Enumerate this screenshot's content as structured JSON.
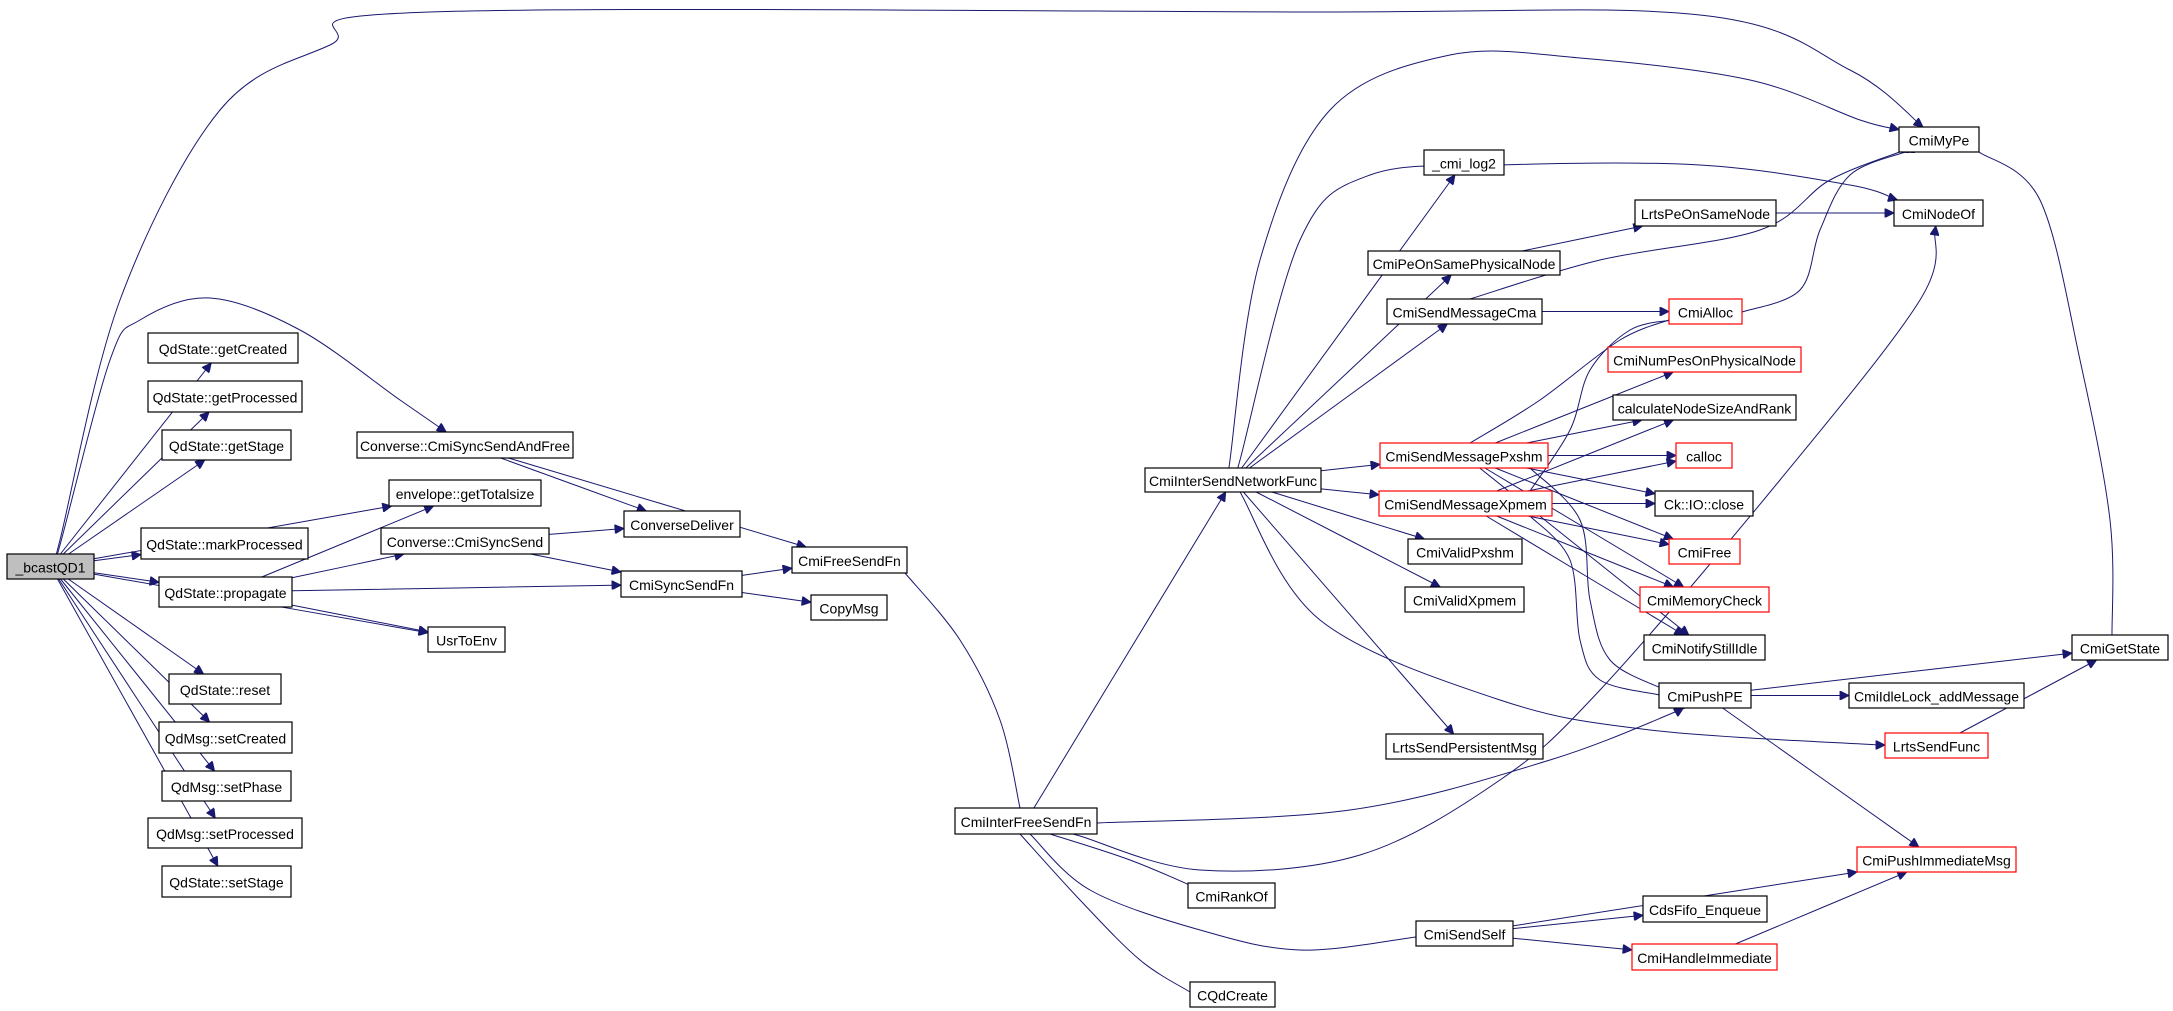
{
  "diagram": {
    "type": "call-graph",
    "colors": {
      "edge": "#191970",
      "node_border": "#000000",
      "truncated_border": "#ff0000",
      "root_fill": "#bfbfbf",
      "node_fill": "#ffffff"
    },
    "nodes": [
      {
        "id": "bcastQD1",
        "label": "_bcastQD1",
        "kind": "root"
      },
      {
        "id": "getCreated",
        "label": "QdState::getCreated",
        "kind": "normal"
      },
      {
        "id": "getProcessed",
        "label": "QdState::getProcessed",
        "kind": "normal"
      },
      {
        "id": "getStage",
        "label": "QdState::getStage",
        "kind": "normal"
      },
      {
        "id": "markProcessed",
        "label": "QdState::markProcessed",
        "kind": "normal"
      },
      {
        "id": "propagate",
        "label": "QdState::propagate",
        "kind": "normal"
      },
      {
        "id": "reset",
        "label": "QdState::reset",
        "kind": "normal"
      },
      {
        "id": "msgSetCreated",
        "label": "QdMsg::setCreated",
        "kind": "normal"
      },
      {
        "id": "msgSetPhase",
        "label": "QdMsg::setPhase",
        "kind": "normal"
      },
      {
        "id": "msgSetProcessed",
        "label": "QdMsg::setProcessed",
        "kind": "normal"
      },
      {
        "id": "setStage",
        "label": "QdState::setStage",
        "kind": "normal"
      },
      {
        "id": "syncSendAndFree",
        "label": "Converse::CmiSyncSendAndFree",
        "kind": "normal"
      },
      {
        "id": "getTotalsize",
        "label": "envelope::getTotalsize",
        "kind": "normal"
      },
      {
        "id": "syncSend",
        "label": "Converse::CmiSyncSend",
        "kind": "normal"
      },
      {
        "id": "converseDeliver",
        "label": "ConverseDeliver",
        "kind": "normal"
      },
      {
        "id": "cmiSyncSendFn",
        "label": "CmiSyncSendFn",
        "kind": "normal"
      },
      {
        "id": "cmiFreeSendFn",
        "label": "CmiFreeSendFn",
        "kind": "normal"
      },
      {
        "id": "copyMsg",
        "label": "CopyMsg",
        "kind": "normal"
      },
      {
        "id": "usrToEnv",
        "label": "UsrToEnv",
        "kind": "normal"
      },
      {
        "id": "interFreeSendFn",
        "label": "CmiInterFreeSendFn",
        "kind": "normal"
      },
      {
        "id": "interSendNetworkFunc",
        "label": "CmiInterSendNetworkFunc",
        "kind": "normal"
      },
      {
        "id": "cmiLog2",
        "label": "_cmi_log2",
        "kind": "normal"
      },
      {
        "id": "peOnSamePhysicalNode",
        "label": "CmiPeOnSamePhysicalNode",
        "kind": "normal"
      },
      {
        "id": "lrtsPeOnSameNode",
        "label": "LrtsPeOnSameNode",
        "kind": "normal"
      },
      {
        "id": "sendMessageCma",
        "label": "CmiSendMessageCma",
        "kind": "normal"
      },
      {
        "id": "cmiAlloc",
        "label": "CmiAlloc",
        "kind": "truncated"
      },
      {
        "id": "numPesOnPhysicalNode",
        "label": "CmiNumPesOnPhysicalNode",
        "kind": "truncated"
      },
      {
        "id": "calcNodeSizeAndRank",
        "label": "calculateNodeSizeAndRank",
        "kind": "normal"
      },
      {
        "id": "sendMessagePxshm",
        "label": "CmiSendMessagePxshm",
        "kind": "truncated"
      },
      {
        "id": "sendMessageXpmem",
        "label": "CmiSendMessageXpmem",
        "kind": "truncated"
      },
      {
        "id": "calloc",
        "label": "calloc",
        "kind": "truncated"
      },
      {
        "id": "ckIoClose",
        "label": "Ck::IO::close",
        "kind": "normal"
      },
      {
        "id": "cmiFree",
        "label": "CmiFree",
        "kind": "truncated"
      },
      {
        "id": "validPxshm",
        "label": "CmiValidPxshm",
        "kind": "normal"
      },
      {
        "id": "validXpmem",
        "label": "CmiValidXpmem",
        "kind": "normal"
      },
      {
        "id": "memoryCheck",
        "label": "CmiMemoryCheck",
        "kind": "truncated"
      },
      {
        "id": "notifyStillIdle",
        "label": "CmiNotifyStillIdle",
        "kind": "normal"
      },
      {
        "id": "pushPE",
        "label": "CmiPushPE",
        "kind": "normal"
      },
      {
        "id": "idleLockAddMessage",
        "label": "CmiIdleLock_addMessage",
        "kind": "normal"
      },
      {
        "id": "lrtsSendPersistentMsg",
        "label": "LrtsSendPersistentMsg",
        "kind": "normal"
      },
      {
        "id": "lrtsSendFunc",
        "label": "LrtsSendFunc",
        "kind": "truncated"
      },
      {
        "id": "cmiMyPe",
        "label": "CmiMyPe",
        "kind": "normal"
      },
      {
        "id": "cmiNodeOf",
        "label": "CmiNodeOf",
        "kind": "normal"
      },
      {
        "id": "cmiGetState",
        "label": "CmiGetState",
        "kind": "normal"
      },
      {
        "id": "pushImmediateMsg",
        "label": "CmiPushImmediateMsg",
        "kind": "truncated"
      },
      {
        "id": "cmiRankOf",
        "label": "CmiRankOf",
        "kind": "normal"
      },
      {
        "id": "cmiSendSelf",
        "label": "CmiSendSelf",
        "kind": "normal"
      },
      {
        "id": "cdsFifoEnqueue",
        "label": "CdsFifo_Enqueue",
        "kind": "normal"
      },
      {
        "id": "handleImmediate",
        "label": "CmiHandleImmediate",
        "kind": "truncated"
      },
      {
        "id": "cqdCreate",
        "label": "CQdCreate",
        "kind": "normal"
      }
    ],
    "edges": [
      [
        "bcastQD1",
        "cmiMyPe"
      ],
      [
        "bcastQD1",
        "syncSendAndFree"
      ],
      [
        "bcastQD1",
        "getCreated"
      ],
      [
        "bcastQD1",
        "getProcessed"
      ],
      [
        "bcastQD1",
        "getStage"
      ],
      [
        "bcastQD1",
        "getTotalsize"
      ],
      [
        "bcastQD1",
        "markProcessed"
      ],
      [
        "bcastQD1",
        "propagate"
      ],
      [
        "bcastQD1",
        "usrToEnv"
      ],
      [
        "bcastQD1",
        "reset"
      ],
      [
        "bcastQD1",
        "msgSetCreated"
      ],
      [
        "bcastQD1",
        "msgSetPhase"
      ],
      [
        "bcastQD1",
        "msgSetProcessed"
      ],
      [
        "bcastQD1",
        "setStage"
      ],
      [
        "propagate",
        "getTotalsize"
      ],
      [
        "propagate",
        "syncSend"
      ],
      [
        "propagate",
        "cmiSyncSendFn"
      ],
      [
        "propagate",
        "usrToEnv"
      ],
      [
        "syncSendAndFree",
        "converseDeliver"
      ],
      [
        "syncSendAndFree",
        "cmiFreeSendFn"
      ],
      [
        "syncSend",
        "converseDeliver"
      ],
      [
        "syncSend",
        "cmiSyncSendFn"
      ],
      [
        "cmiSyncSendFn",
        "cmiFreeSendFn"
      ],
      [
        "cmiSyncSendFn",
        "copyMsg"
      ],
      [
        "cmiFreeSendFn",
        "interFreeSendFn"
      ],
      [
        "interFreeSendFn",
        "interSendNetworkFunc"
      ],
      [
        "interFreeSendFn",
        "pushPE"
      ],
      [
        "interFreeSendFn",
        "cmiNodeOf"
      ],
      [
        "interFreeSendFn",
        "cmiRankOf"
      ],
      [
        "interFreeSendFn",
        "cmiSendSelf"
      ],
      [
        "interFreeSendFn",
        "cqdCreate"
      ],
      [
        "interSendNetworkFunc",
        "cmiMyPe"
      ],
      [
        "interSendNetworkFunc",
        "cmiLog2"
      ],
      [
        "interSendNetworkFunc",
        "cmiNodeOf"
      ],
      [
        "interSendNetworkFunc",
        "peOnSamePhysicalNode"
      ],
      [
        "interSendNetworkFunc",
        "sendMessageCma"
      ],
      [
        "interSendNetworkFunc",
        "sendMessagePxshm"
      ],
      [
        "interSendNetworkFunc",
        "sendMessageXpmem"
      ],
      [
        "interSendNetworkFunc",
        "validPxshm"
      ],
      [
        "interSendNetworkFunc",
        "validXpmem"
      ],
      [
        "interSendNetworkFunc",
        "lrtsSendPersistentMsg"
      ],
      [
        "interSendNetworkFunc",
        "lrtsSendFunc"
      ],
      [
        "peOnSamePhysicalNode",
        "lrtsPeOnSameNode"
      ],
      [
        "lrtsPeOnSameNode",
        "cmiNodeOf"
      ],
      [
        "sendMessageCma",
        "cmiMyPe"
      ],
      [
        "sendMessageCma",
        "cmiAlloc"
      ],
      [
        "cmiAlloc",
        "cmiMyPe"
      ],
      [
        "sendMessagePxshm",
        "cmiAlloc"
      ],
      [
        "sendMessagePxshm",
        "numPesOnPhysicalNode"
      ],
      [
        "sendMessagePxshm",
        "calcNodeSizeAndRank"
      ],
      [
        "sendMessagePxshm",
        "calloc"
      ],
      [
        "sendMessagePxshm",
        "ckIoClose"
      ],
      [
        "sendMessagePxshm",
        "cmiFree"
      ],
      [
        "sendMessagePxshm",
        "memoryCheck"
      ],
      [
        "sendMessagePxshm",
        "notifyStillIdle"
      ],
      [
        "sendMessagePxshm",
        "pushPE"
      ],
      [
        "sendMessageXpmem",
        "cmiAlloc"
      ],
      [
        "sendMessageXpmem",
        "calcNodeSizeAndRank"
      ],
      [
        "sendMessageXpmem",
        "calloc"
      ],
      [
        "sendMessageXpmem",
        "ckIoClose"
      ],
      [
        "sendMessageXpmem",
        "cmiFree"
      ],
      [
        "sendMessageXpmem",
        "memoryCheck"
      ],
      [
        "sendMessageXpmem",
        "notifyStillIdle"
      ],
      [
        "sendMessageXpmem",
        "pushPE"
      ],
      [
        "pushPE",
        "cmiGetState"
      ],
      [
        "pushPE",
        "idleLockAddMessage"
      ],
      [
        "pushPE",
        "pushImmediateMsg"
      ],
      [
        "lrtsSendFunc",
        "cmiGetState"
      ],
      [
        "cmiMyPe",
        "cmiGetState"
      ],
      [
        "cmiSendSelf",
        "pushImmediateMsg"
      ],
      [
        "cmiSendSelf",
        "cdsFifoEnqueue"
      ],
      [
        "cmiSendSelf",
        "handleImmediate"
      ],
      [
        "handleImmediate",
        "pushImmediateMsg"
      ]
    ]
  }
}
